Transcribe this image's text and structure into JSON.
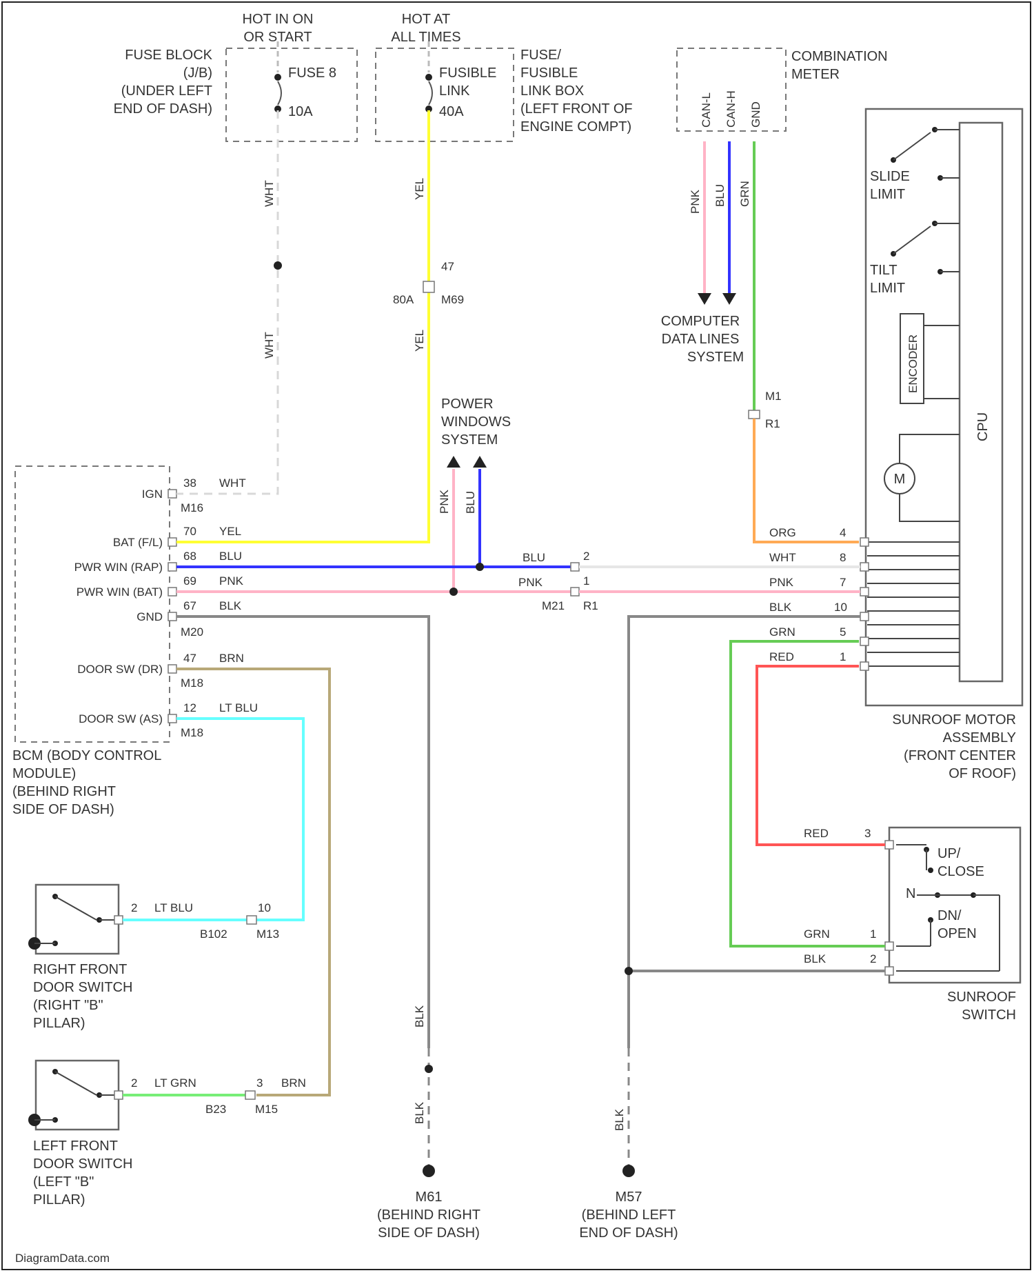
{
  "colors": {
    "WHT": "#e6e6e6",
    "YEL": "#ffff33",
    "BLU": "#3333ff",
    "PNK": "#ffb3c6",
    "BLK": "#888888",
    "BRN": "#b8a878",
    "LT BLU": "#66ffff",
    "LT GRN": "#77ee77",
    "ORG": "#ffaa55",
    "GRN": "#66cc55",
    "RED": "#ff5555"
  },
  "icons": {
    "ground": "ground-symbol-icon",
    "arrow": "arrow-up-icon",
    "motor": "motor-icon",
    "switch": "switch-icon"
  },
  "power": {
    "hot_run": [
      "HOT IN ON",
      "OR START"
    ],
    "hot_all": [
      "HOT AT",
      "ALL TIMES"
    ]
  },
  "fuse_block": {
    "label": [
      "FUSE BLOCK",
      "(J/B)",
      "(UNDER LEFT",
      "END OF DASH)"
    ],
    "fuse": [
      "FUSE 8",
      "10A"
    ]
  },
  "fusible_link": {
    "label": [
      "FUSE/",
      "FUSIBLE",
      "LINK BOX",
      "(LEFT FRONT OF",
      "ENGINE COMPT)"
    ],
    "link": [
      "FUSIBLE",
      "LINK",
      "40A"
    ]
  },
  "combination_meter": {
    "label": [
      "COMBINATION",
      "METER"
    ],
    "pins": [
      "CAN-L",
      "CAN-H",
      "GND"
    ]
  },
  "computer_data": {
    "label": [
      "COMPUTER",
      "DATA LINES",
      "SYSTEM"
    ]
  },
  "power_windows": {
    "label": [
      "POWER",
      "WINDOWS",
      "SYSTEM"
    ]
  },
  "sunroof_motor": {
    "label": [
      "SUNROOF MOTOR",
      "ASSEMBLY",
      "(FRONT CENTER",
      "OF ROOF)"
    ],
    "slide_limit": [
      "SLIDE",
      "LIMIT"
    ],
    "tilt_limit": [
      "TILT",
      "LIMIT"
    ],
    "encoder": "ENCODER",
    "cpu": "CPU",
    "motor": "M"
  },
  "sunroof_switch": {
    "label": [
      "SUNROOF",
      "SWITCH"
    ],
    "up_close": [
      "UP/",
      "CLOSE"
    ],
    "n": "N",
    "dn_open": [
      "DN/",
      "OPEN"
    ]
  },
  "bcm": {
    "label": [
      "BCM (BODY CONTROL",
      "MODULE)",
      "(BEHIND RIGHT",
      "SIDE OF DASH)"
    ],
    "pins": [
      {
        "name": "IGN",
        "num": "38",
        "color": "WHT",
        "conn": "M16"
      },
      {
        "name": "BAT (F/L)",
        "num": "70",
        "color": "YEL",
        "conn": ""
      },
      {
        "name": "PWR WIN (RAP)",
        "num": "68",
        "color": "BLU",
        "conn": ""
      },
      {
        "name": "PWR WIN (BAT)",
        "num": "69",
        "color": "PNK",
        "conn": ""
      },
      {
        "name": "GND",
        "num": "67",
        "color": "BLK",
        "conn": "M20"
      },
      {
        "name": "DOOR SW (DR)",
        "num": "47",
        "color": "BRN",
        "conn": "M18"
      },
      {
        "name": "DOOR SW (AS)",
        "num": "12",
        "color": "LT BLU",
        "conn": "M18"
      }
    ]
  },
  "wire_labels": {
    "wht": "WHT",
    "yel": "YEL",
    "pnk": "PNK",
    "blu": "BLU",
    "grn": "GRN",
    "blk": "BLK",
    "org": "ORG",
    "red": "RED",
    "brn": "BRN",
    "lt_blu": "LT BLU",
    "lt_grn": "LT GRN"
  },
  "connectors": {
    "e47": "47",
    "e80a": "80A",
    "m69": "M69",
    "m1": "M1",
    "r1": "R1",
    "r1b": "R1",
    "m21": "M21",
    "r1c": "R1",
    "pin2": "2",
    "pin1": "1",
    "pin3": "3",
    "b102": "B102",
    "m13": "M13",
    "pin10": "10",
    "b23": "B23",
    "m15": "M15",
    "pin3b": "3"
  },
  "motor_pins": [
    {
      "color": "ORG",
      "num": "4"
    },
    {
      "color": "WHT",
      "num": "8"
    },
    {
      "color": "PNK",
      "num": "7"
    },
    {
      "color": "BLK",
      "num": "10"
    },
    {
      "color": "GRN",
      "num": "5"
    },
    {
      "color": "RED",
      "num": "1"
    }
  ],
  "switch_pins": [
    {
      "color": "RED",
      "num": "3"
    },
    {
      "color": "GRN",
      "num": "1"
    },
    {
      "color": "BLK",
      "num": "2"
    }
  ],
  "right_door": {
    "label": [
      "RIGHT FRONT",
      "DOOR SWITCH",
      "(RIGHT \"B\"",
      "PILLAR)"
    ],
    "pin": "2",
    "color": "LT BLU"
  },
  "left_door": {
    "label": [
      "LEFT FRONT",
      "DOOR SWITCH",
      "(LEFT \"B\"",
      "PILLAR)"
    ],
    "pin": "2",
    "color": "LT GRN"
  },
  "ground_m61": {
    "label": [
      "M61",
      "(BEHIND RIGHT",
      "SIDE OF DASH)"
    ]
  },
  "ground_m57": {
    "label": [
      "M57",
      "(BEHIND LEFT",
      "END OF DASH)"
    ]
  },
  "footer": "DiagramData.com"
}
